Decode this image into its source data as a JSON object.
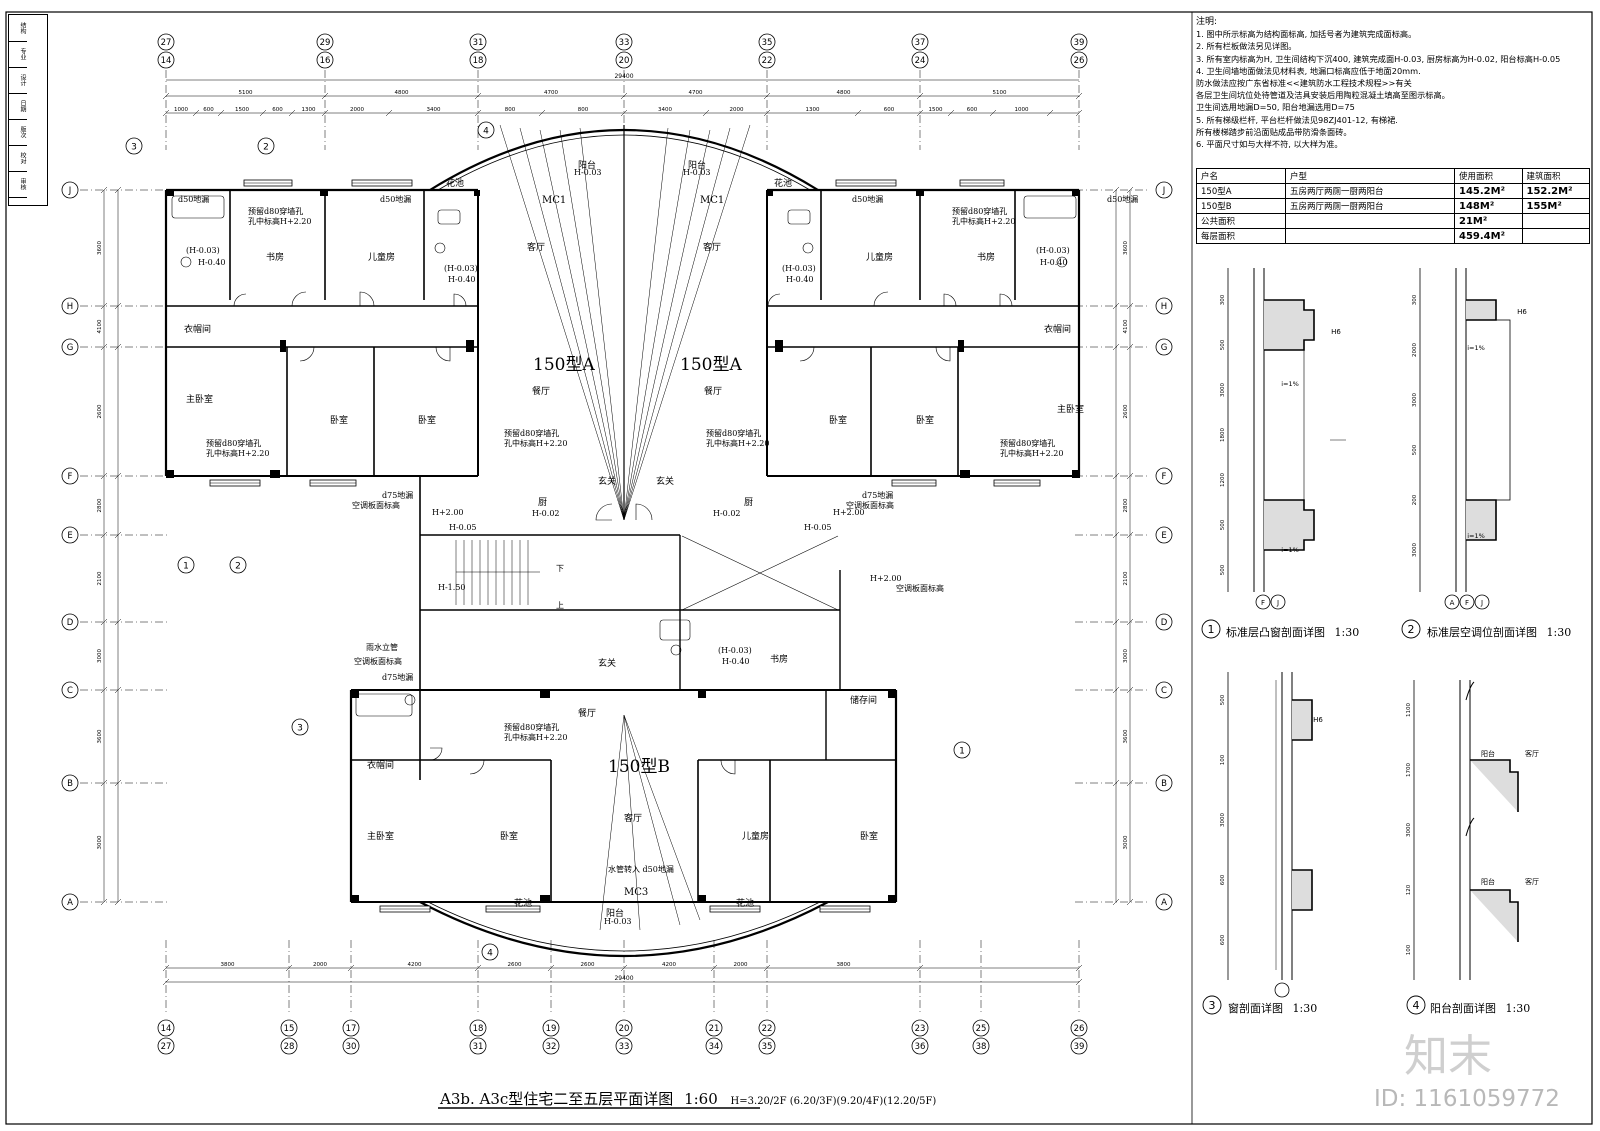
{
  "drawing": {
    "main_title": "A3b. A3c型住宅二至五层平面详图",
    "scale": "1:60",
    "heights": "H=3.20/2F (6.20/3F)(9.20/4F)(12.20/5F)"
  },
  "axes": {
    "top_upper": [
      "27",
      "29",
      "31",
      "33",
      "35",
      "37",
      "39"
    ],
    "top_lower": [
      "14",
      "16",
      "18",
      "20",
      "22",
      "24",
      "26"
    ],
    "bottom_upper": [
      "14",
      "15",
      "17",
      "18",
      "19",
      "20",
      "21",
      "22",
      "23",
      "25",
      "26"
    ],
    "bottom_lower": [
      "27",
      "28",
      "30",
      "31",
      "32",
      "33",
      "34",
      "35",
      "36",
      "38",
      "39"
    ],
    "rows": [
      "J",
      "H",
      "G",
      "F",
      "E",
      "D",
      "C",
      "B",
      "A"
    ]
  },
  "dimensions": {
    "overall": "29400",
    "top_row1": [
      "5100",
      "4800",
      "4700",
      "4700",
      "4800",
      "5100"
    ],
    "top_row2": [
      "1000",
      "600",
      "1500",
      "600",
      "1300",
      "2000",
      "3400",
      "800",
      "800",
      "3400",
      "2000",
      "1300",
      "600",
      "1500",
      "600",
      "1000"
    ],
    "bottom_row1": [
      "3800",
      "2000",
      "4200",
      "2600",
      "2600",
      "4200",
      "2000",
      "3800"
    ],
    "left_side": [
      "3600",
      "4100",
      "2600",
      "2800",
      "2100",
      "3000",
      "3600"
    ],
    "right_side": [
      "3600",
      "4100",
      "2600",
      "2800",
      "2100",
      "3000",
      "3600"
    ]
  },
  "units": {
    "A_left": "150型A",
    "A_right": "150型A",
    "B": "150型B"
  },
  "rooms": {
    "living": "客厅",
    "dining": "餐厅",
    "study": "书房",
    "child": "儿童房",
    "master": "主卧室",
    "bedroom": "卧室",
    "closet": "衣帽间",
    "kitchen": "厨",
    "foyer": "玄关",
    "balcony": "阳台",
    "planter": "花池",
    "storage": "储存间"
  },
  "annotations": {
    "floor_drain": "d50地漏",
    "drain75": "d75地漏",
    "reserved_hole": "预留d80穿墙孔",
    "hole_height": "孔中标高H+2.20",
    "ac_board": "空调板面标高",
    "rain_pipe": "雨水立管",
    "water_pipe": "水管转入 d50地漏",
    "mc1": "MC1",
    "mc3": "MC3",
    "balcony_level": "H-0.03",
    "kitchen_level": "H-0.02",
    "ac_level": "H-0.05",
    "bath_level1": "(H-0.03)",
    "bath_level2": "H-0.40",
    "stair_down": "下",
    "stair_up": "上",
    "h_plus2": "H+2.00",
    "h_minus150": "H-1.50",
    "h": "H"
  },
  "notes": {
    "title": "注明:",
    "lines": [
      "1. 图中所示标高为结构面标高, 加括号者为建筑完成面标高。",
      "2. 所有栏板做法另见详图。",
      "3. 所有室内标高为H, 卫生间结构下沉400, 建筑完成面H-0.03, 厨房标高为H-0.02, 阳台标高H-0.05",
      "4. 卫生间墙地面做法见材料表, 地漏口标高应低于地面20mm.",
      "   防水做法应按广东省标准<<建筑防水工程技术规程>>有关",
      "   各层卫生间坑位处待管道及洁具安装后用陶粒混凝土填高至图示标高。",
      "   卫生间选用地漏D=50, 阳台地漏选用D=75",
      "5. 所有梯级栏杆, 平台栏杆做法见98ZJ401-12, 有梯裙.",
      "   所有楼梯踏步前沿面贴成品带防滑条面砖。",
      "6. 平面尺寸如与大样不符, 以大样为准。"
    ]
  },
  "area_table": {
    "headers": [
      "户名",
      "户型",
      "使用面积",
      "建筑面积"
    ],
    "rows": [
      [
        "150型A",
        "五房两厅两厕一厨两阳台",
        "145.2M²",
        "152.2M²"
      ],
      [
        "150型B",
        "五房两厅两厕一厨两阳台",
        "148M²",
        "155M²"
      ]
    ],
    "public_label": "公共面积",
    "public_value": "21M²",
    "floor_label": "每层面积",
    "floor_value": "459.4M²"
  },
  "details": [
    {
      "num": "1",
      "title": "标准层凸窗剖面详图",
      "scale": "1:30",
      "axes": "F J"
    },
    {
      "num": "2",
      "title": "标准层空调位剖面详图",
      "scale": "1:30",
      "axes": "A F J"
    },
    {
      "num": "3",
      "title": "窗剖面详图",
      "scale": "1:30"
    },
    {
      "num": "4",
      "title": "阳台剖面详图",
      "scale": "1:30"
    }
  ],
  "detail_labels": {
    "slope": "i=1%",
    "h6": "H6",
    "balcony": "阳台",
    "living": "客厅",
    "d1": [
      "300",
      "500",
      "3000",
      "1800",
      "1200",
      "500",
      "500"
    ],
    "d2": [
      "300",
      "2000",
      "3000",
      "500",
      "200",
      "3000"
    ],
    "d3": [
      "500",
      "100",
      "3000",
      "600",
      "600"
    ],
    "d4": [
      "1100",
      "1700",
      "3000",
      "120",
      "100"
    ]
  },
  "titleblock": [
    "结构",
    "专业",
    "设计",
    "日期",
    "版次",
    "校对",
    "审核"
  ],
  "watermark": {
    "logo": "知末",
    "id": "ID: 1161059772"
  }
}
